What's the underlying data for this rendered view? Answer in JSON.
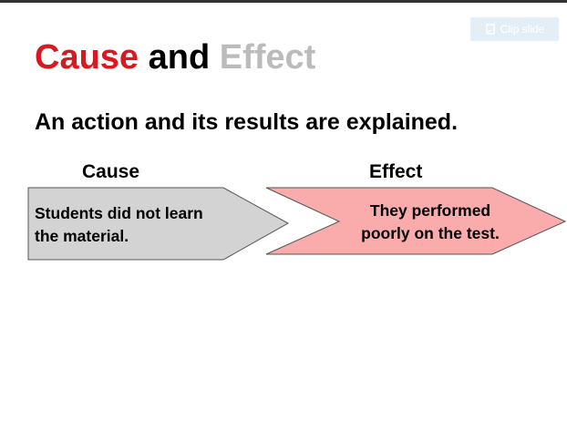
{
  "toolbar": {
    "clip_label": "Clip slide"
  },
  "slide": {
    "title": {
      "cause": "Cause",
      "and": "and",
      "effect": "Effect"
    },
    "subtitle": "An action and its results are explained.",
    "diagram": {
      "cause_heading": "Cause",
      "effect_heading": "Effect",
      "cause_line1": "Students did not learn",
      "cause_line2": "the material.",
      "effect_line1": "They performed",
      "effect_line2": "poorly on the test."
    }
  },
  "colors": {
    "title_cause": "#d9191f",
    "title_effect": "#bbbbbb",
    "cause_box_fill": "#d3d3d3",
    "effect_box_fill": "#f9acab",
    "clip_button_bg": "#e4eef6"
  },
  "icons": {
    "clip": "clip-slide-icon"
  }
}
